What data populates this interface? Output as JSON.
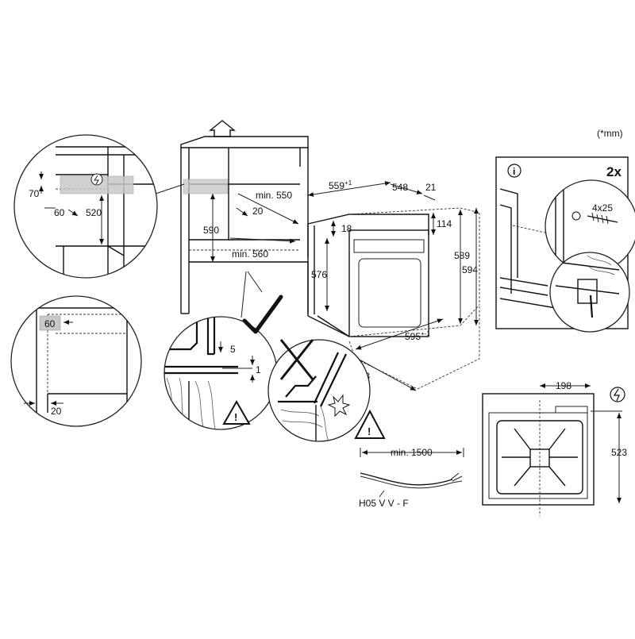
{
  "unit_note": "(*mm)",
  "cabinet": {
    "min_width": "min. 550",
    "gap_20": "20",
    "height_590": "590",
    "min_depth": "min. 560"
  },
  "detail_top": {
    "d70": "70",
    "d60": "60",
    "d520": "520"
  },
  "detail_bottom": {
    "d60": "60",
    "d20": "20"
  },
  "oven": {
    "width_559": "559",
    "width_559_tol": "+1",
    "depth_548": "548",
    "d21": "21",
    "d114": "114",
    "d18": "18",
    "height_576": "576",
    "height_589": "589",
    "height_594": "594",
    "width_595": "595",
    "width_595_tol": "+-1",
    "depth_453": "453"
  },
  "fit_detail": {
    "gap_5": "5",
    "gap_1": "1"
  },
  "mounting": {
    "info_symbol": "i",
    "count": "2x",
    "screw_size": "4x25"
  },
  "cable": {
    "min_length": "min. 1500",
    "type": "H05 V V - F"
  },
  "back_view": {
    "d198": "198",
    "d523": "523"
  }
}
